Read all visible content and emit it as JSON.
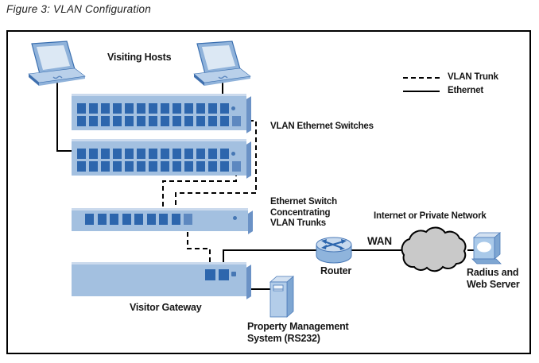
{
  "figure": {
    "title": "Figure 3: VLAN Configuration"
  },
  "legend": {
    "vlan_trunk": "VLAN Trunk",
    "ethernet": "Ethernet"
  },
  "labels": {
    "visiting_hosts": "Visiting Hosts",
    "vlan_ethernet_switches": "VLAN Ethernet Switches",
    "concentrating_switch": "Ethernet Switch\nConcentrating\nVLAN Trunks",
    "visitor_gateway": "Visitor Gateway",
    "router": "Router",
    "wan": "WAN",
    "internet": "Internet or Private Network",
    "radius_server": "Radius and\nWeb Server",
    "pms": "Property Management\nSystem (RS232)"
  },
  "devices": {
    "vlan_switch_1": {
      "rows": [
        {
          "count": 13,
          "accent": 0
        },
        {
          "count": 14,
          "accent": 1
        }
      ]
    },
    "vlan_switch_2": {
      "rows": [
        {
          "count": 13,
          "accent": 0
        },
        {
          "count": 14,
          "accent": 1
        }
      ]
    },
    "concentrator": {
      "rows": [
        {
          "count": 9,
          "accent": 1
        }
      ]
    },
    "gateway": {
      "rows": [
        {
          "count": 2,
          "accent": 0
        }
      ]
    }
  },
  "colors": {
    "chassis": "#a3c0e0",
    "chassis_highlight": "#cbdaed",
    "chassis_side": "#6b92c6",
    "port": "#2d66ad",
    "port_accent": "#5d88c0",
    "cloud_fill": "#c9c9c9",
    "line": "#000000",
    "text": "#161616"
  }
}
